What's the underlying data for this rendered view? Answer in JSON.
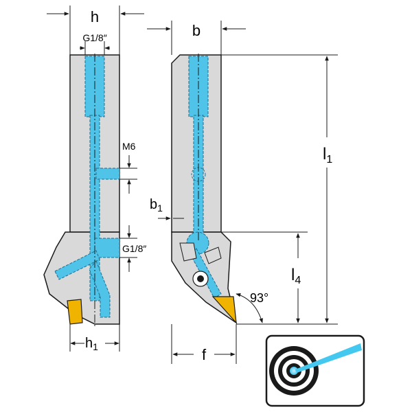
{
  "labels": {
    "h": "h",
    "h_sub": "",
    "g18_top": "G1/8″",
    "m6": "M6",
    "g18_side": "G1/8″",
    "h1": "h",
    "h1_sub": "1",
    "b": "b",
    "b1": "b",
    "b1_sub": "1",
    "l1": "l",
    "l1_sub": "1",
    "l4": "l",
    "l4_sub": "4",
    "angle": "93°",
    "f": "f"
  },
  "colors": {
    "body": "#d9d9d9",
    "body_dark": "#bfbfbf",
    "coolant": "#4fc3e8",
    "coolant_edge": "#1e6f91",
    "insert": "#f0b400",
    "outline": "#1a1a1a",
    "icon_accent": "#45c8f0"
  },
  "icons": {
    "coolant_badge": "internal-coolant-target-icon"
  }
}
